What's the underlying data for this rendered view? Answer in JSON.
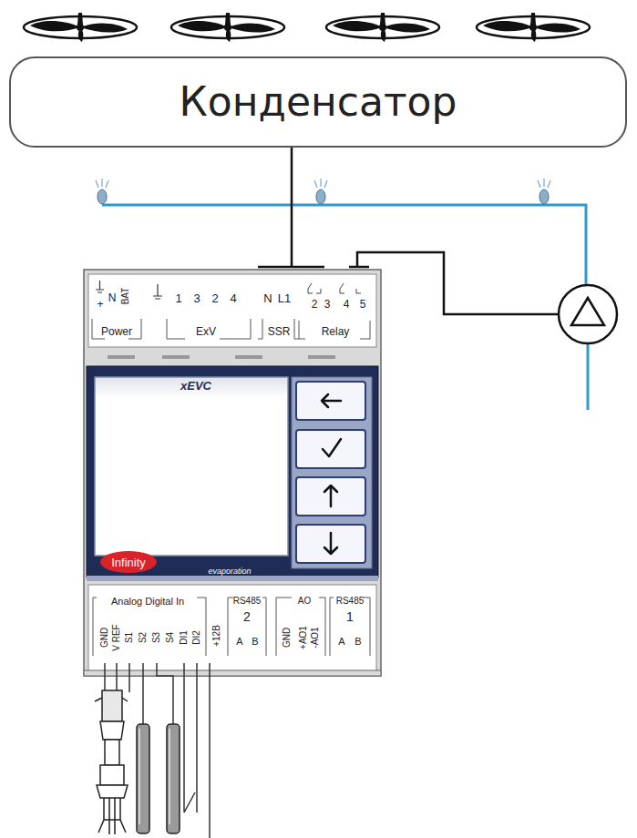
{
  "diagram": {
    "nodes": [
      {
        "text": [
          "Конденсатор"
        ]
      }
    ],
    "labels": [
      "+",
      "N",
      "BAT",
      "Power",
      "1",
      "3",
      "2",
      "4",
      "ExV",
      "N",
      "L1",
      "SSR",
      "2",
      "3",
      "4",
      "5",
      "Relay",
      "xEVC",
      "Infinity",
      "evaporation",
      "Analog Digital In",
      "GND",
      "V REF",
      "S1",
      "S2",
      "S3",
      "S4",
      "DI1",
      "DI2",
      "+12В",
      "RS485",
      "2",
      "A",
      "B",
      "GND",
      "AO",
      "+AO1",
      "-AO1",
      "RS485",
      "1",
      "A",
      "B"
    ]
  }
}
